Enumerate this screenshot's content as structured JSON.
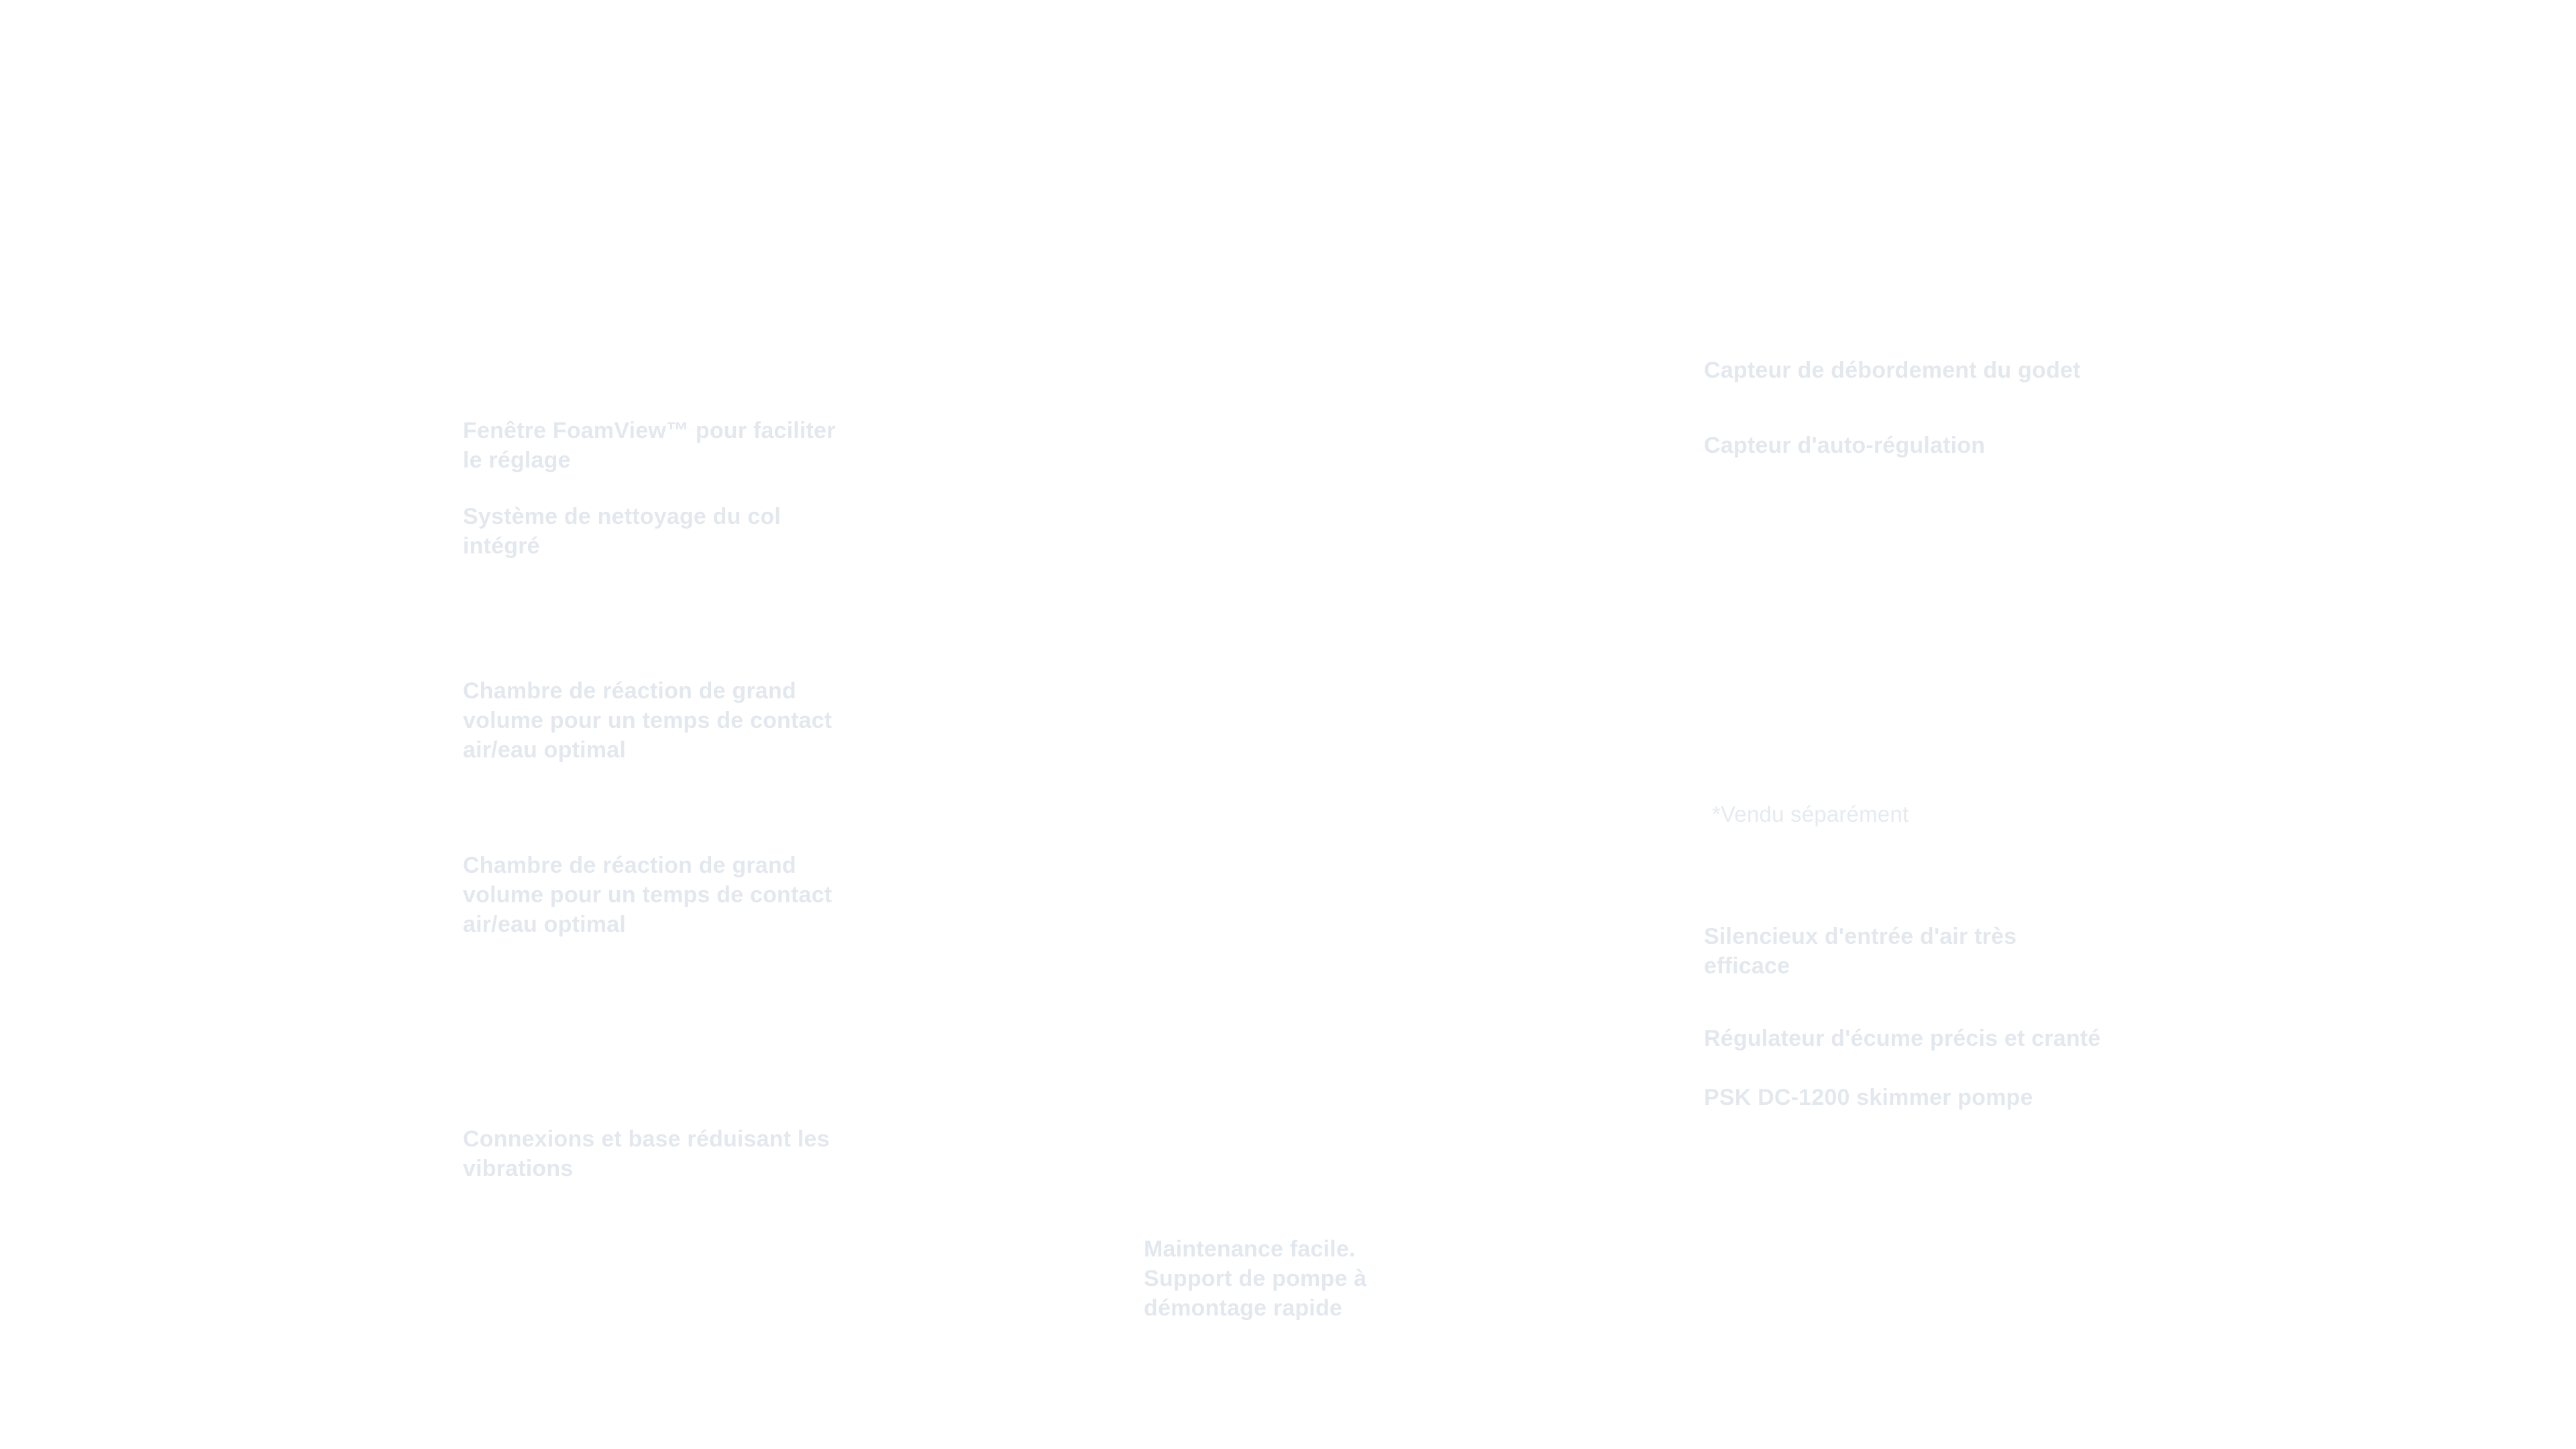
{
  "left_features": [
    "Fenêtre FoamView™ pour faciliter le réglage",
    "Système de nettoyage du col intégré",
    "Chambre de réaction de grand volume pour un temps de contact air/eau optimal",
    "Chambre de réaction de grand volume pour un temps de contact air/eau optimal",
    "Connexions et base réduisant les vibrations"
  ],
  "bottom_feature": "Maintenance facile. Support de pompe à démontage rapide",
  "right_features": [
    "Capteur de débordement du godet",
    "Capteur d'auto-régulation",
    "Silencieux d'entrée d'air très efficace",
    "Régulateur d'écume précis et cranté",
    "PSK DC-1200 skimmer pompe"
  ],
  "footnote": "*Vendu séparément",
  "colors": {
    "background": "#ffffff",
    "label_text": "#e3e8ee"
  }
}
